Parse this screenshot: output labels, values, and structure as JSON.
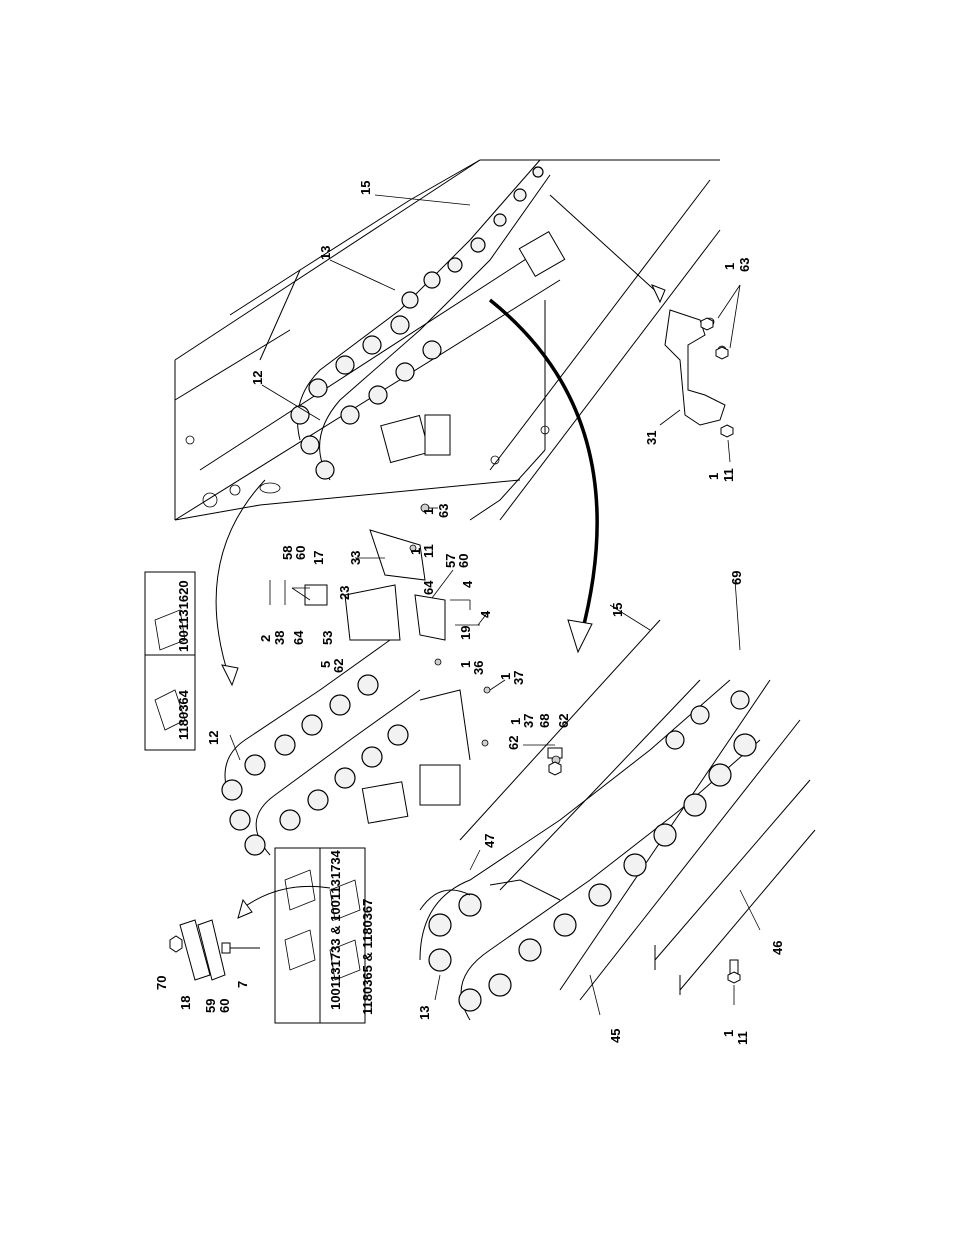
{
  "labels": [
    "15",
    "13",
    "12",
    "1",
    "63",
    "31",
    "11",
    "58",
    "60",
    "17",
    "2",
    "38",
    "64",
    "53",
    "23",
    "33",
    "57",
    "4",
    "19",
    "5",
    "62",
    "36",
    "37",
    "68",
    "69",
    "47",
    "46",
    "45",
    "70",
    "18",
    "59",
    "7"
  ],
  "inset_top": {
    "left_part": "1180364",
    "right_part": "1001131620"
  },
  "inset_bottom": {
    "top_text": "1001131733 & 1001131734",
    "bottom_text": "1180365 & 1180367"
  }
}
